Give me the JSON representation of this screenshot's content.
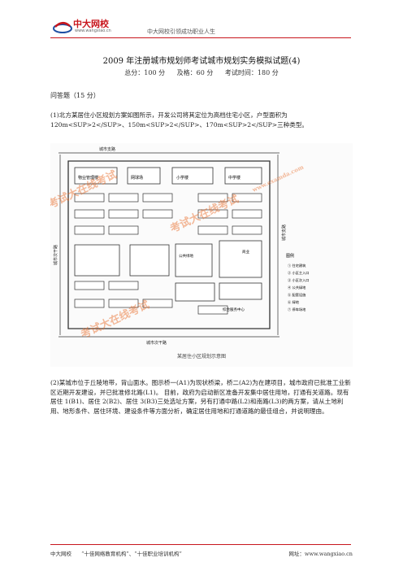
{
  "header": {
    "logo_name": "中大网校",
    "logo_url": "www.wangxiao.cn",
    "slogan": "中大网校引领成功职业人生"
  },
  "doc": {
    "title": "2009 年注册城市规划师考试城市规划实务模拟试题(4)",
    "total": "总分：100 分",
    "pass": "及格：60 分",
    "time": "考试时间：180 分",
    "section": "问答题（15 分）",
    "q1": "(1)北方某居住小区规划方案如图所示，开发公司将其定位为高档住宅小区，户型面积为 120m<SUP>2</SUP>、150m<SUP>2</SUP>、170m<SUP>2</SUP>三种类型。",
    "q2": "(2)某城市位于丘陵地带，背山面水。图示桥一(A1)为现状桥梁，桥二(A2)为在建项目，城市政府已批准工业新区近期开发建设，并已批准修北路(L1)。 目前，政府为启动新区准备开发集中居住用地，打通有关道路。现有居住 1(B1)、居住 2(B2)、居住 3(B3)三处选址方案，另有打通中路(L2)和南路(L3)的两方案，请从土地利用、地形条件、居住环境、建设条件等方面分析，确定居住用地和打通道路的最佳组合，并说明理由。"
  },
  "figure": {
    "caption": "某居住小区规划示意图",
    "road_north": "城市支路",
    "road_south": "城市次干路",
    "road_west": "城市次干路",
    "road_east": "城市支路",
    "bld_property": "物业管理楼",
    "bld_gym": "网球场",
    "bld_school_1": "小学楼",
    "bld_school_2": "中学楼",
    "bld_center": "公共绿地",
    "bld_club": "综合服务中心",
    "bld_retail": "商业",
    "legend": {
      "title": "图例",
      "items": [
        "① 住宅建筑",
        "② 小区主入口",
        "③ 小区次入口",
        "④ 公共绿地",
        "⑤ 配套设施",
        "⑥ 绿地",
        "⑦ 停车场地"
      ]
    },
    "watermarks": [
      "考试大在线考试",
      "考试大在线考试",
      "考试大在线考试",
      "www.examda.com"
    ]
  },
  "footer": {
    "school": "中大网校",
    "tag1": "“十佳网络教育机构”、“十佳职业培训机构”",
    "website": "网址：www.wangxiao.cn"
  }
}
